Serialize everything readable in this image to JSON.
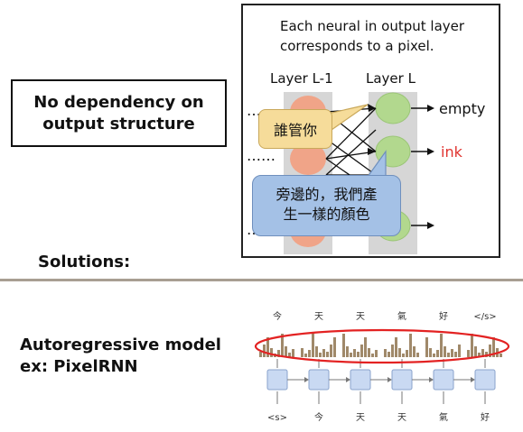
{
  "top_section": {
    "no_dependency_line1": "No dependency on",
    "no_dependency_line2": "output structure",
    "caption_line1": "Each neural in output layer",
    "caption_line2": "corresponds to a pixel.",
    "layer_prev_label": "Layer L-1",
    "layer_curr_label": "Layer L",
    "output_empty_label": "empty",
    "output_ink_label": "ink",
    "callout_1": "誰管你",
    "callout_2_line1": "旁邊的，我們產",
    "callout_2_line2": "生一樣的顏色",
    "colors": {
      "neuron_orange": "#f0a488",
      "neuron_green": "#b2d88e",
      "ink_red": "#e0332f",
      "column_gray": "#d6d6d6"
    }
  },
  "solutions_label": "Solutions:",
  "autoregressive": {
    "title_line1": "Autoregressive model",
    "title_line2": "ex: PixelRNN",
    "top_tokens": [
      "今",
      "天",
      "天",
      "氣",
      "好",
      "</s>"
    ],
    "bottom_tokens": [
      "<s>",
      "今",
      "天",
      "天",
      "氣",
      "好"
    ],
    "highlight_color": "#e32222",
    "cell_color": "#c9d9f2"
  }
}
